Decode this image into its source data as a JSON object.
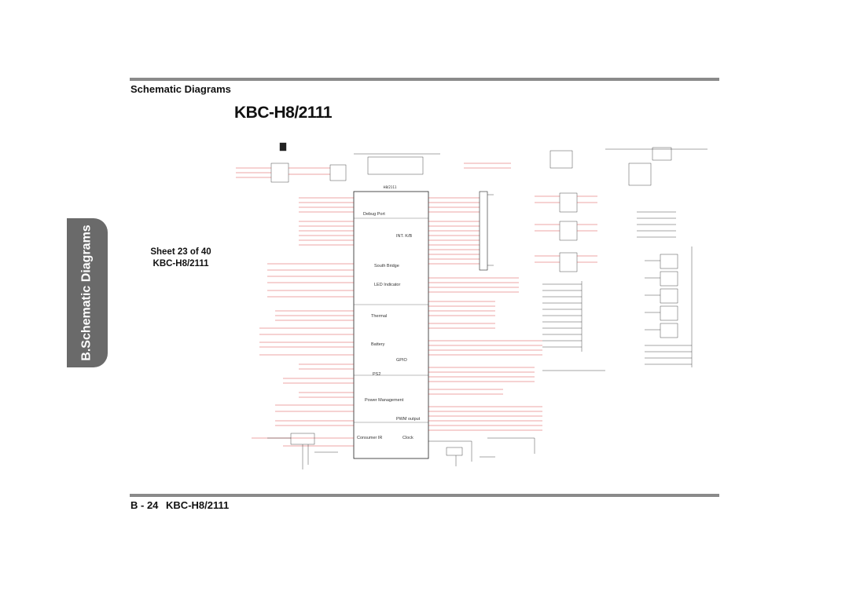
{
  "header": {
    "title": "Schematic  Diagrams"
  },
  "diagram": {
    "title": "KBC-H8/2111",
    "ic_label": "H8/2111",
    "sections": [
      "Debug Port",
      "INT. K/B",
      "South Bridge",
      "LED Indicator",
      "Thermal",
      "Battery",
      "GPIO",
      "PS2",
      "Power Management",
      "PWM output",
      "Consumer IR",
      "Clock"
    ]
  },
  "side_tab": {
    "label": "B.Schematic Diagrams"
  },
  "sheet": {
    "line1": "Sheet 23 of 40",
    "line2": "KBC-H8/2111"
  },
  "footer": {
    "page": "B - 24",
    "title": "KBC-H8/2111"
  },
  "colors": {
    "wire": "#d02020",
    "ink": "#222222",
    "tab": "#6a6a6a",
    "rule": "#8a8a8a"
  }
}
